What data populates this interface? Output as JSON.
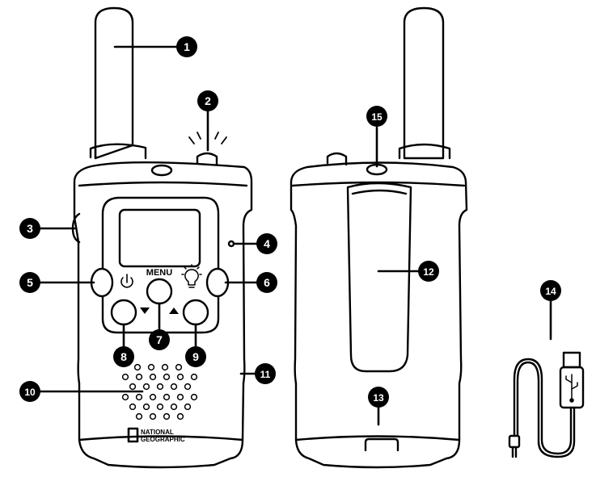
{
  "front_panel": {
    "menu_label": "MENU",
    "brand_line1": "NATIONAL",
    "brand_line2": "GEOGRAPHIC"
  },
  "callouts": [
    {
      "id": "1",
      "label": "1"
    },
    {
      "id": "2",
      "label": "2"
    },
    {
      "id": "3",
      "label": "3"
    },
    {
      "id": "4",
      "label": "4"
    },
    {
      "id": "5",
      "label": "5"
    },
    {
      "id": "6",
      "label": "6"
    },
    {
      "id": "7",
      "label": "7"
    },
    {
      "id": "8",
      "label": "8"
    },
    {
      "id": "9",
      "label": "9"
    },
    {
      "id": "10",
      "label": "10"
    },
    {
      "id": "11",
      "label": "11"
    },
    {
      "id": "12",
      "label": "12"
    },
    {
      "id": "13",
      "label": "13"
    },
    {
      "id": "14",
      "label": "14"
    },
    {
      "id": "15",
      "label": "15"
    }
  ],
  "icons": {
    "power": "power-icon",
    "light": "flashlight-icon",
    "down": "arrow-down-icon",
    "up": "arrow-up-icon"
  },
  "colors": {
    "line": "#000000",
    "callout_fill": "#000000",
    "callout_text": "#ffffff",
    "background": "#ffffff"
  }
}
